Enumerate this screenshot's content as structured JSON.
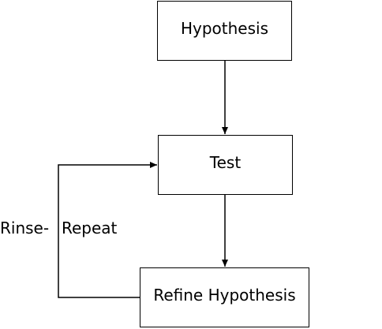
{
  "diagram": {
    "nodes": {
      "hypothesis": "Hypothesis",
      "test": "Test",
      "refine": "Refine Hypothesis"
    },
    "loop_label": {
      "left": "Rinse-",
      "right": "Repeat"
    },
    "stroke_color": "#000000",
    "background_color": "#ffffff"
  }
}
